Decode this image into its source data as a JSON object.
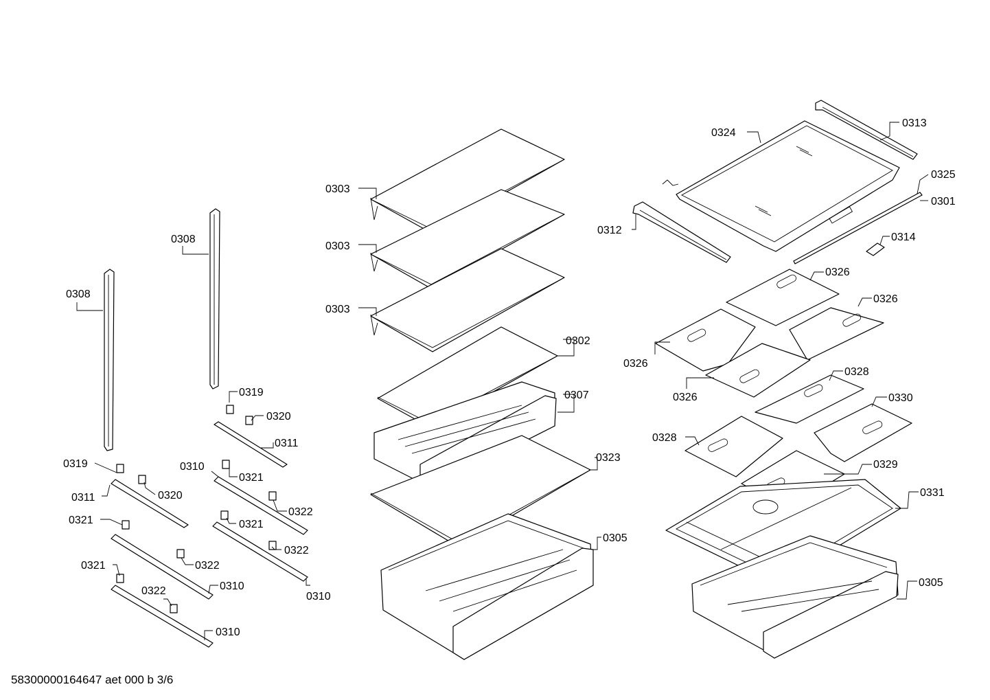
{
  "footer": {
    "document_id": "58300000164647 aet 000 b 3/6"
  },
  "callouts": {
    "c0324": "0324",
    "c0313": "0313",
    "c0325": "0325",
    "c0301": "0301",
    "c0312": "0312",
    "c0314": "0314",
    "c0326a": "0326",
    "c0326b": "0326",
    "c0326c": "0326",
    "c0326d": "0326",
    "c0328a": "0328",
    "c0328b": "0328",
    "c0330": "0330",
    "c0329": "0329",
    "c0331": "0331",
    "c0305a": "0305",
    "c0305b": "0305",
    "c0303a": "0303",
    "c0303b": "0303",
    "c0303c": "0303",
    "c0302": "0302",
    "c0307": "0307",
    "c0323": "0323",
    "c0308a": "0308",
    "c0308b": "0308",
    "c0319a": "0319",
    "c0320a": "0320",
    "c0311a": "0311",
    "c0319b": "0319",
    "c0320b": "0320",
    "c0311b": "0311",
    "c0310a": "0310",
    "c0321a": "0321",
    "c0322a": "0322",
    "c0321b": "0321",
    "c0322b": "0322",
    "c0321c": "0321",
    "c0322c": "0322",
    "c0310b": "0310",
    "c0321d": "0321",
    "c0322d": "0322",
    "c0310c": "0310",
    "c0310d": "0310"
  }
}
